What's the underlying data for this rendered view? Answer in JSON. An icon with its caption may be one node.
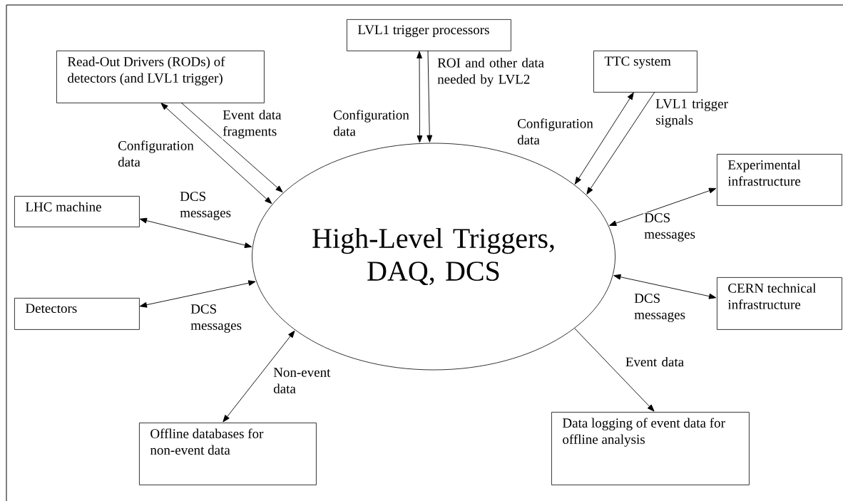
{
  "diagram": {
    "nodes": [
      {
        "text": [
          "High-Level Triggers, DAQ, DCS"
        ]
      },
      {
        "text": [
          "Read-Out Drivers (RODs) of detectors (and LVL1 trigger)"
        ]
      },
      {
        "text": [
          "LVL1 trigger processors"
        ]
      },
      {
        "text": [
          "TTC system"
        ]
      },
      {
        "text": [
          "LHC machine"
        ]
      },
      {
        "text": [
          "Experimental infrastructure"
        ]
      },
      {
        "text": [
          "Detectors"
        ]
      },
      {
        "text": [
          "CERN technical infrastructure"
        ]
      },
      {
        "text": [
          "Offline databases for non-event data"
        ]
      },
      {
        "text": [
          "Data logging of event data for offline analysis"
        ]
      }
    ],
    "edges": [
      {
        "from": 1,
        "to": 0,
        "arrow": "both",
        "label": "Configuration data"
      },
      {
        "from": 1,
        "to": 0,
        "arrow": "to",
        "label": "Event data fragments"
      },
      {
        "from": 2,
        "to": 0,
        "arrow": "both",
        "label": "Configuration data"
      },
      {
        "from": 2,
        "to": 0,
        "arrow": "to",
        "label": "ROI and other data needed by LVL2"
      },
      {
        "from": 3,
        "to": 0,
        "arrow": "both",
        "label": "Configuration data"
      },
      {
        "from": 3,
        "to": 0,
        "arrow": "to",
        "label": "LVL1 trigger signals"
      },
      {
        "from": 4,
        "to": 0,
        "arrow": "both",
        "label": "DCS messages"
      },
      {
        "from": 5,
        "to": 0,
        "arrow": "both",
        "label": "DCS messages"
      },
      {
        "from": 6,
        "to": 0,
        "arrow": "both",
        "label": "DCS messages"
      },
      {
        "from": 7,
        "to": 0,
        "arrow": "both",
        "label": "DCS messages"
      },
      {
        "from": 8,
        "to": 0,
        "arrow": "both",
        "label": "Non-event data"
      },
      {
        "from": 0,
        "to": 9,
        "arrow": "to",
        "label": "Event data"
      }
    ]
  }
}
